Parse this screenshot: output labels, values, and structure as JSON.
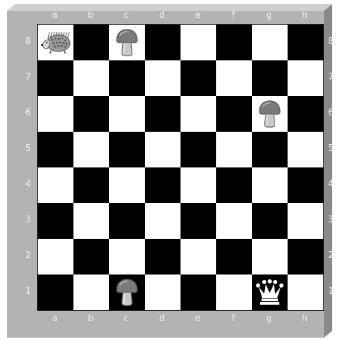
{
  "board": {
    "files": [
      "a",
      "b",
      "c",
      "d",
      "e",
      "f",
      "g",
      "h"
    ],
    "ranks": [
      "8",
      "7",
      "6",
      "5",
      "4",
      "3",
      "2",
      "1"
    ],
    "light_color": "#ffffff",
    "dark_color": "#000000",
    "frame_color": "#b3b3b3",
    "pieces": [
      {
        "square": "a8",
        "type": "hedgehog",
        "icon": "hedgehog-icon"
      },
      {
        "square": "c8",
        "type": "mushroom",
        "icon": "mushroom-icon"
      },
      {
        "square": "g6",
        "type": "mushroom",
        "icon": "mushroom-icon"
      },
      {
        "square": "c1",
        "type": "mushroom",
        "icon": "mushroom-icon"
      },
      {
        "square": "g1",
        "type": "queen",
        "icon": "queen-icon"
      }
    ]
  }
}
